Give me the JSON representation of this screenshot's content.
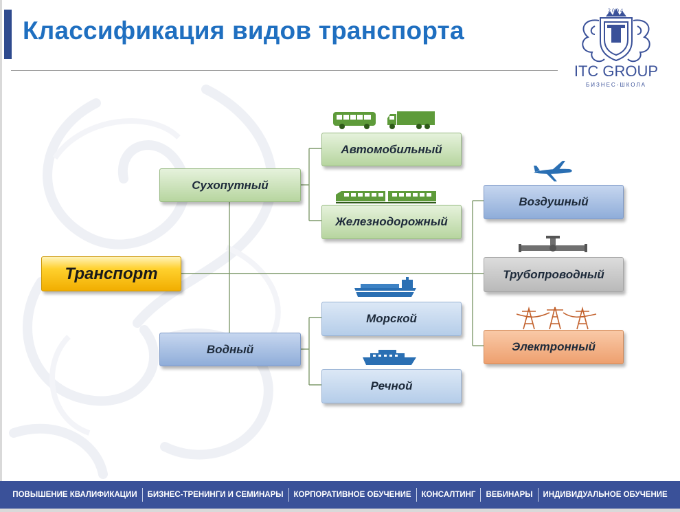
{
  "title": "Классификация видов транспорта",
  "logo": {
    "name": "ITC GROUP",
    "subtitle": "БИЗНЕС-ШКОЛА",
    "year": "2004"
  },
  "diagram": {
    "root": "Транспорт",
    "land": "Сухопутный",
    "road": "Автомобильный",
    "rail": "Железнодорожный",
    "water": "Водный",
    "sea": "Морской",
    "river": "Речной",
    "air": "Воздушный",
    "pipeline": "Трубопроводный",
    "electronic": "Электронный"
  },
  "icons": {
    "bus": "bus-icon",
    "truck": "truck-icon",
    "train": "train-icon",
    "plane": "airplane-icon",
    "pipe": "pipeline-icon",
    "power": "power-tower-icon",
    "cargo_ship": "cargo-ship-icon",
    "river_ship": "river-ship-icon"
  },
  "colors": {
    "title": "#1f6fc0",
    "brand": "#3a5199",
    "green_icon": "#5e9b3a",
    "blue_icon": "#2a6fb3",
    "root_fill": "#ffd12e",
    "land_fill": "#b7d59f",
    "water_fill": "#8fadd9",
    "gray_fill": "#b9b9b9",
    "orange_fill": "#eea06f",
    "connector": "#7f9a6c"
  },
  "footer": {
    "items": [
      "ПОВЫШЕНИЕ КВАЛИФИКАЦИИ",
      "БИЗНЕС-ТРЕНИНГИ И СЕМИНАРЫ",
      "КОРПОРАТИВНОЕ ОБУЧЕНИЕ",
      "КОНСАЛТИНГ",
      "ВЕБИНАРЫ",
      "ИНДИВИДУАЛЬНОЕ ОБУЧЕНИЕ"
    ]
  }
}
